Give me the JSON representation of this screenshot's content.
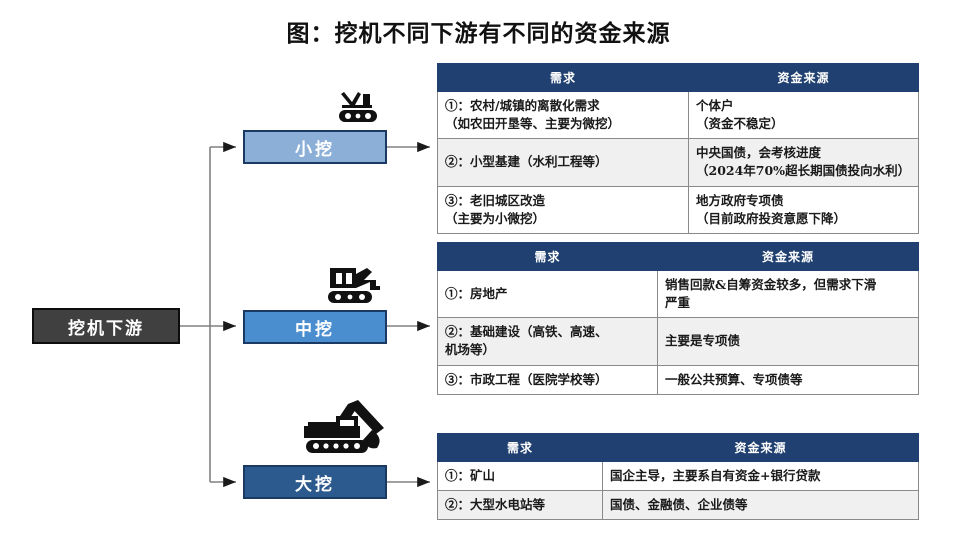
{
  "title": "图：挖机不同下游有不同的资金来源",
  "root": {
    "label": "挖机下游"
  },
  "categories": [
    {
      "key": "small",
      "label": "小挖",
      "icon": "mini-excavator-icon",
      "color": "#8cafd7"
    },
    {
      "key": "mid",
      "label": "中挖",
      "icon": "medium-excavator-icon",
      "color": "#4a8ed0"
    },
    {
      "key": "big",
      "label": "大挖",
      "icon": "large-excavator-icon",
      "color": "#2d5a8e"
    }
  ],
  "table_headers": {
    "demand": "需求",
    "funding": "资金来源"
  },
  "tables": [
    {
      "for": "小挖",
      "rows": [
        {
          "demand": "①：农村/城镇的离散化需求\n（如农田开垦等、主要为微挖）",
          "funding": "个体户\n（资金不稳定）",
          "shaded": false
        },
        {
          "demand": "②：小型基建（水利工程等）",
          "funding": "中央国债，会考核进度\n（2024年70%超长期国债投向水利）",
          "shaded": true
        },
        {
          "demand": "③：老旧城区改造\n（主要为小微挖）",
          "funding": "地方政府专项债\n（目前政府投资意愿下降）",
          "shaded": false
        }
      ]
    },
    {
      "for": "中挖",
      "rows": [
        {
          "demand": "①：房地产",
          "funding": "销售回款&自筹资金较多，但需求下滑\n严重",
          "shaded": false
        },
        {
          "demand": "②：基础建设（高铁、高速、\n机场等）",
          "funding": "主要是专项债",
          "shaded": true
        },
        {
          "demand": "③：市政工程（医院学校等）",
          "funding": "一般公共预算、专项债等",
          "shaded": false
        }
      ]
    },
    {
      "for": "大挖",
      "rows": [
        {
          "demand": "①：矿山",
          "funding": "国企主导，主要系自有资金+银行贷款",
          "shaded": false
        },
        {
          "demand": "②：大型水电站等",
          "funding": "国债、金融债、企业债等",
          "shaded": true
        }
      ]
    }
  ],
  "colors": {
    "header_navy": "#1f4070",
    "root_gray": "#404040",
    "shade_gray": "#f0f0f0",
    "connector_gray": "#808080"
  }
}
